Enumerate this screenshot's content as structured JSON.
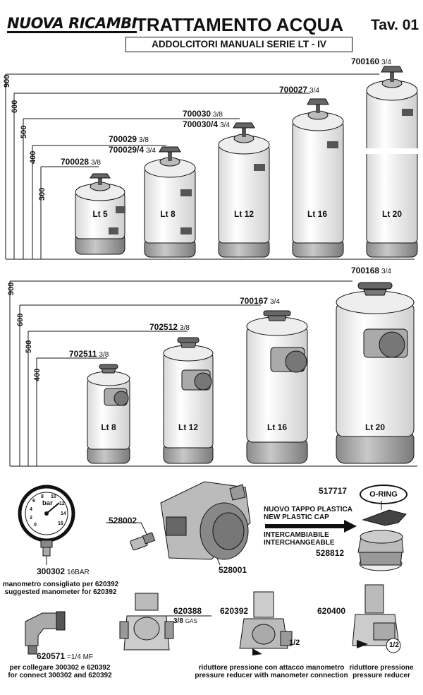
{
  "header": {
    "logo": "NUOVA RICAMBI",
    "title": "TRATTAMENTO ACQUA",
    "plate": "Tav. 01",
    "subtitle": "ADDOLCITORI MANUALI SERIE LT - IV"
  },
  "section_top": {
    "heights": [
      "900",
      "600",
      "500",
      "400",
      "300"
    ],
    "models": [
      {
        "code": "700028",
        "size": "3/8",
        "label": "Lt 5"
      },
      {
        "code": "700029",
        "size": "3/8",
        "code2": "700029/4",
        "size2": "3/4",
        "label": "Lt 8"
      },
      {
        "code": "700030",
        "size": "3/8",
        "code2": "700030/4",
        "size2": "3/4",
        "label": "Lt 12"
      },
      {
        "code": "700027",
        "size": "3/4",
        "label": "Lt 16"
      },
      {
        "code": "700160",
        "size": "3/4",
        "label": "Lt 20"
      }
    ]
  },
  "section_bottom": {
    "heights": [
      "900",
      "600",
      "500",
      "400"
    ],
    "models": [
      {
        "code": "702511",
        "size": "3/8",
        "label": "Lt 8"
      },
      {
        "code": "702512",
        "size": "3/8",
        "label": "Lt 12"
      },
      {
        "code": "700167",
        "size": "3/4",
        "label": "Lt 16"
      },
      {
        "code": "700168",
        "size": "3/4",
        "label": "Lt 20"
      }
    ]
  },
  "parts": {
    "gauge_face": "bar",
    "gauge_numbers": [
      "0",
      "2",
      "4",
      "6",
      "8",
      "10",
      "12",
      "14",
      "16"
    ],
    "p300302": {
      "code": "300302",
      "spec": "16BAR",
      "note_it": "manometro consigliato per 620392",
      "note_en": "suggested manometer for 620392"
    },
    "p528002": {
      "code": "528002"
    },
    "p528001": {
      "code": "528001"
    },
    "p517717": {
      "code": "517717",
      "ring": "O-RING"
    },
    "cap_note": {
      "l1": "NUOVO TAPPO PLASTICA",
      "l2": "NEW PLASTIC CAP",
      "l3": "INTERCAMBIABILE",
      "l4": "INTERCHANGEABLE"
    },
    "p528812": {
      "code": "528812"
    },
    "p620388": {
      "code": "620388",
      "spec": "3/8",
      "spec_unit": "GAS"
    },
    "p620392": {
      "code": "620392",
      "port": "1/2",
      "note_it": "riduttore pressione con attacco manometro",
      "note_en": "pressure reducer with manometer connection"
    },
    "p620400": {
      "code": "620400",
      "port": "1/2",
      "note_it": "riduttore pressione",
      "note_en": "pressure reducer"
    },
    "p620571": {
      "code": "620571",
      "spec": "=1/4 MF",
      "note_it": "per collegare 300302 e 620392",
      "note_en": "for connect 300302 and 620392"
    }
  }
}
